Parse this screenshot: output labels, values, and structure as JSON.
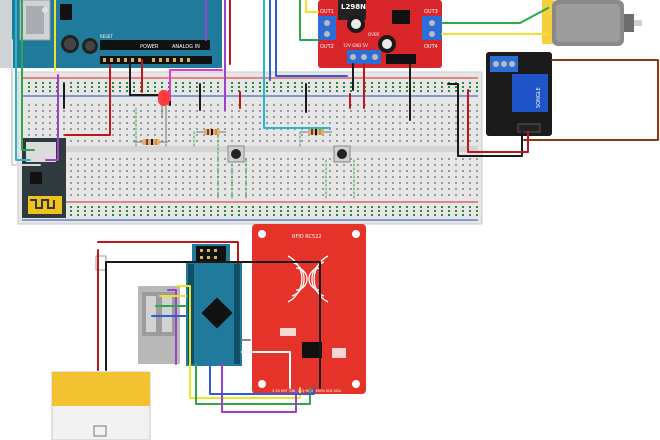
{
  "labels": {
    "motor_driver": "L298N",
    "motor_driver_out1": "OUT1",
    "motor_driver_out2": "OUT2",
    "motor_driver_out3": "OUT3",
    "motor_driver_out4": "OUT4",
    "motor_driver_pins": "12V GND  5V",
    "motor_driver_over": "OVER",
    "relay_brand": "SONGLE",
    "rfid": "RFID RC522",
    "rfid_pins": "3.3V RST GND IRQ MISO MOSI SCK SDA",
    "arduino_power": "POWER",
    "arduino_analog": "ANALOG IN",
    "arduino_reset": "RESET"
  },
  "colors": {
    "arduino_board": "#1f7a9b",
    "driver_board": "#d9262b",
    "rfid_board": "#e5332a",
    "relay_board": "#1b1b1b",
    "relay_cube": "#1f55c8",
    "motor_body": "#8a8a8a",
    "motor_cap": "#f4d03f",
    "battery_top": "#f2c230",
    "breadboard": "#e6e6e6",
    "rail_red": "#d9262b",
    "rail_blue": "#1f4fb8",
    "wire_black": "#1a1a1a",
    "wire_red": "#c0151a",
    "wire_cyan": "#26b8c9",
    "wire_blue": "#2f5fd6",
    "wire_yellow": "#f0e12a",
    "wire_green": "#2aa84a",
    "wire_purple": "#9a42c9",
    "wire_magenta": "#e535d4",
    "wire_brown": "#8b3a12",
    "wire_white": "#ffffff",
    "wire_gray": "#888888",
    "led_red": "#ff3b3b"
  }
}
